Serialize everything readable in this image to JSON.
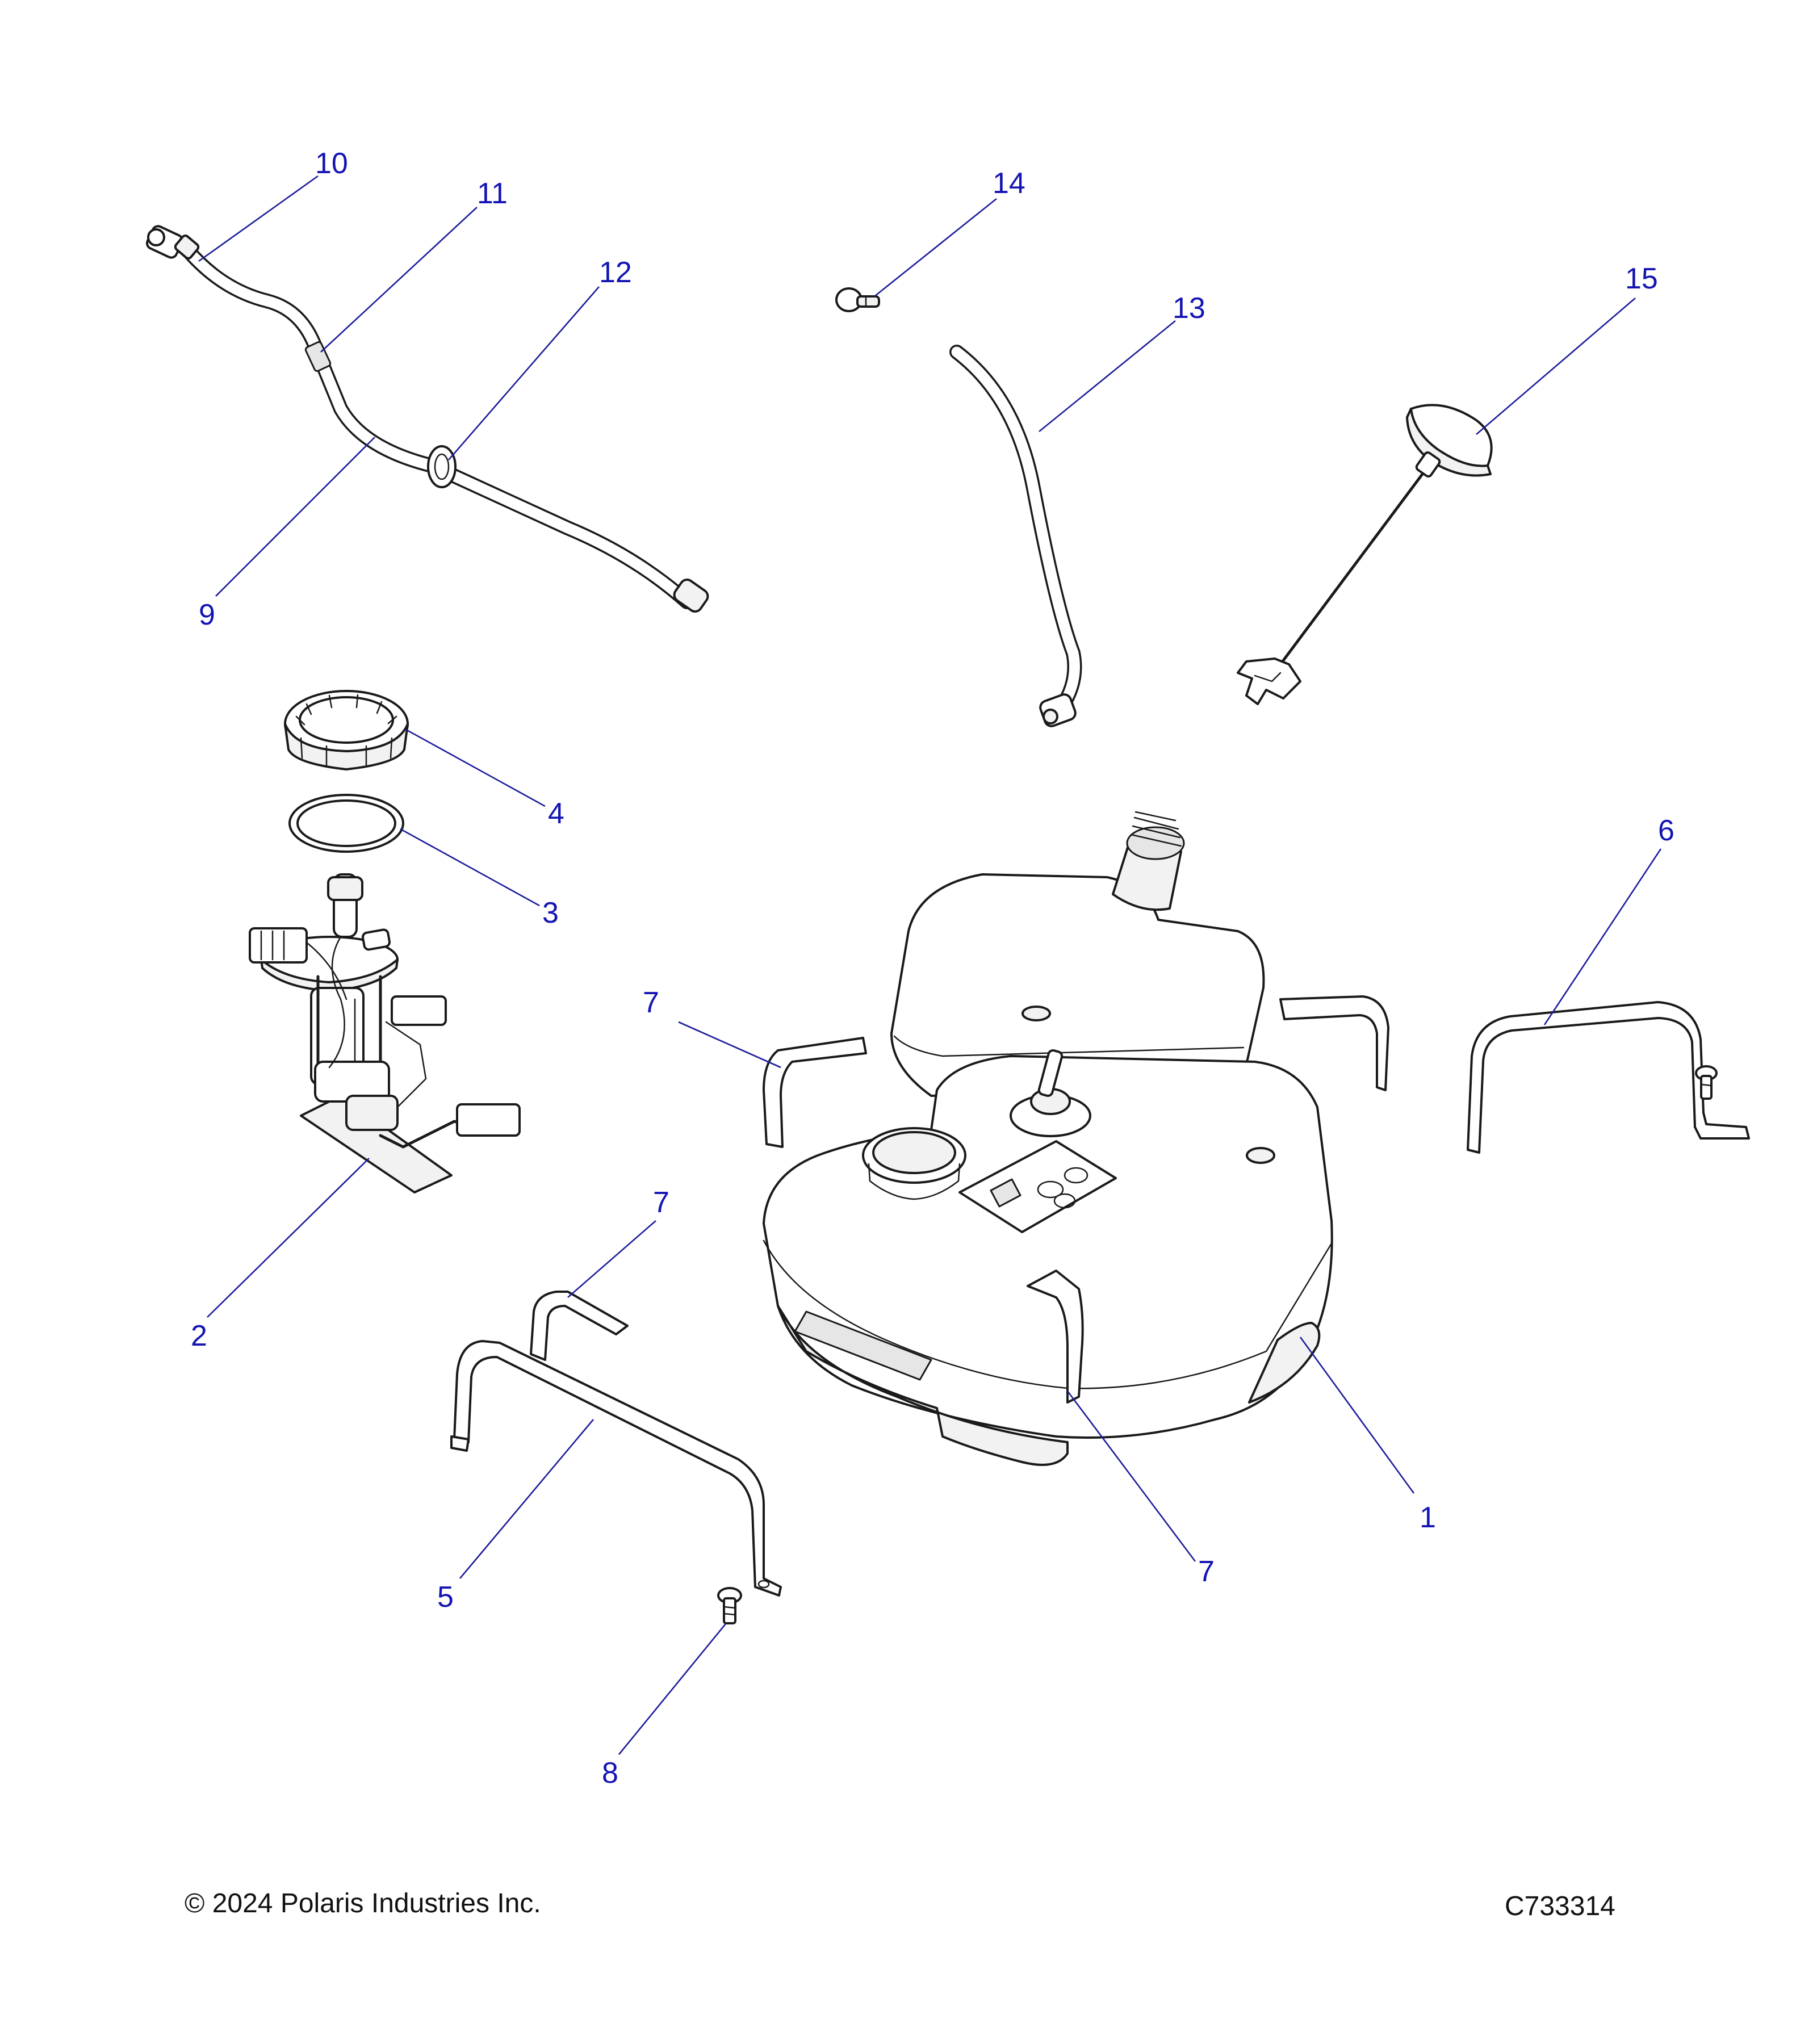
{
  "callouts": {
    "c1": "1",
    "c2": "2",
    "c3": "3",
    "c4": "4",
    "c5": "5",
    "c6": "6",
    "c7a": "7",
    "c7b": "7",
    "c7c": "7",
    "c8": "8",
    "c9": "9",
    "c10": "10",
    "c11": "11",
    "c12": "12",
    "c13": "13",
    "c14": "14",
    "c15": "15"
  },
  "footer": {
    "copyright": "© 2024 Polaris Industries Inc.",
    "drawing_number": "C733314"
  }
}
